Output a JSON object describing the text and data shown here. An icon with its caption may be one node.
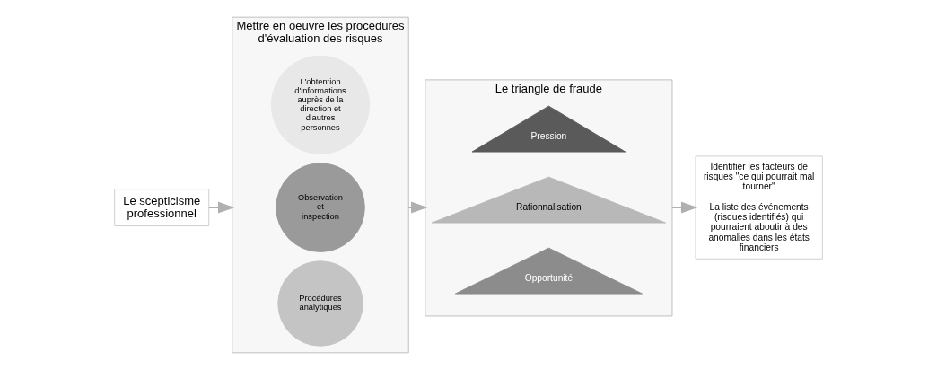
{
  "diagram": {
    "nodes": [
      {
        "text": [
          "Le scepticisme professionnel"
        ]
      },
      {
        "text": [
          "Mettre en oeuvre les procédures d'évaluation des risques"
        ]
      },
      {
        "text": [
          "L'obtention d'informations auprès de la direction et d'autres personnes"
        ],
        "in": 1
      },
      {
        "text": [
          "Observation et inspection"
        ],
        "in": 1
      },
      {
        "text": [
          "Procèdures analytiques"
        ],
        "in": 1
      },
      {
        "text": [
          "Le triangle de fraude"
        ]
      },
      {
        "text": [
          "Pression"
        ],
        "in": 5
      },
      {
        "text": [
          "Rationnalisation"
        ],
        "in": 5
      },
      {
        "text": [
          "Opportunité"
        ],
        "in": 5
      },
      {
        "text": [
          "Identifier les facteurs de risques \"ce qui pourrait mal tourner\"",
          "La liste des événements (risques identifiés) qui pourraient aboutir à des anomalies dans les états financiers"
        ]
      }
    ],
    "edges": [
      {
        "from": 0,
        "to": 1,
        "arrow": "to"
      },
      {
        "from": 1,
        "to": 5,
        "arrow": "to"
      },
      {
        "from": 5,
        "to": 9,
        "arrow": "to"
      }
    ]
  }
}
